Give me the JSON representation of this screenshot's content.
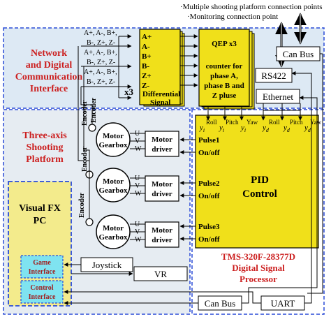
{
  "top_notes": {
    "line1": "·Multiple shooting platform connection points",
    "line2": "·Monitoring connection point"
  },
  "network_section": {
    "title_line1": "Network",
    "title_line2": "and Digital",
    "title_line3": "Communication",
    "title_line4": "Interface"
  },
  "encoder_signals": [
    "A+, A-, B+,",
    "B-, Z+, Z-",
    "A+, A-, B+,",
    "B-, Z+, Z-",
    "A+, A-, B+,",
    "B-, Z+, Z-"
  ],
  "differential": {
    "pins": [
      "A+",
      "A-",
      "B+",
      "B-",
      "Z+",
      "Z-"
    ],
    "multiplier": "x3",
    "label_line1": "Differential",
    "label_line2": "Signal"
  },
  "qep": {
    "title": "QEP x3",
    "line1": "counter for",
    "line2": "phase A,",
    "line3": "phase B and",
    "line4": "Z pluse"
  },
  "can_bus_top": "Can Bus",
  "rs422": "RS422",
  "ethernet": "Ethernet",
  "platform_section": {
    "title_line1": "Three-axis",
    "title_line2": "Shooting",
    "title_line3": "Platform"
  },
  "encoder_label": "Encoder",
  "motors": [
    {
      "gearbox_line1": "Motor",
      "gearbox_line2": "Gearbox",
      "driver_line1": "Motor",
      "driver_line2": "driver"
    },
    {
      "gearbox_line1": "Motor",
      "gearbox_line2": "Gearbox",
      "driver_line1": "Motor",
      "driver_line2": "driver"
    },
    {
      "gearbox_line1": "Motor",
      "gearbox_line2": "Gearbox",
      "driver_line1": "Motor",
      "driver_line2": "driver"
    }
  ],
  "uvw": [
    "U",
    "V",
    "W"
  ],
  "dsp_inputs": [
    {
      "sym": "y",
      "sub": "i",
      "sup": "Roll"
    },
    {
      "sym": "y",
      "sub": "i",
      "sup": "Pitch"
    },
    {
      "sym": "y",
      "sub": "i",
      "sup": "Yaw"
    },
    {
      "sym": "y",
      "sub": "d",
      "sup": "Roll"
    },
    {
      "sym": "y",
      "sub": "d",
      "sup": "Pitch"
    },
    {
      "sym": "y",
      "sub": "d",
      "sup": "Yaw"
    }
  ],
  "pid": {
    "line1": "PID",
    "line2": "Control",
    "channels": [
      {
        "pulse": "Pulse1",
        "onoff": "On/off"
      },
      {
        "pulse": "Pulse2",
        "onoff": "On/off"
      },
      {
        "pulse": "Pulse3",
        "onoff": "On/off"
      }
    ]
  },
  "dsp_label": {
    "line1": "TMS-320F-28377D",
    "line2": "Digital Signal",
    "line3": "Processor"
  },
  "pc": {
    "title_line1": "Visual FX",
    "title_line2": "PC",
    "game_line1": "Game",
    "game_line2": "Interface",
    "control_line1": "Control",
    "control_line2": "Interface"
  },
  "joystick": "Joystick",
  "vr": "VR",
  "can_bus_bottom": "Can Bus",
  "uart": "UART",
  "colors": {
    "section_bg": "#dde9f4",
    "section_border": "#2a4bd7",
    "yellow": "#f0e01a",
    "red_title": "#cc2020",
    "cyan": "#7fe3f0",
    "pc_bg": "#f3eb8c"
  }
}
